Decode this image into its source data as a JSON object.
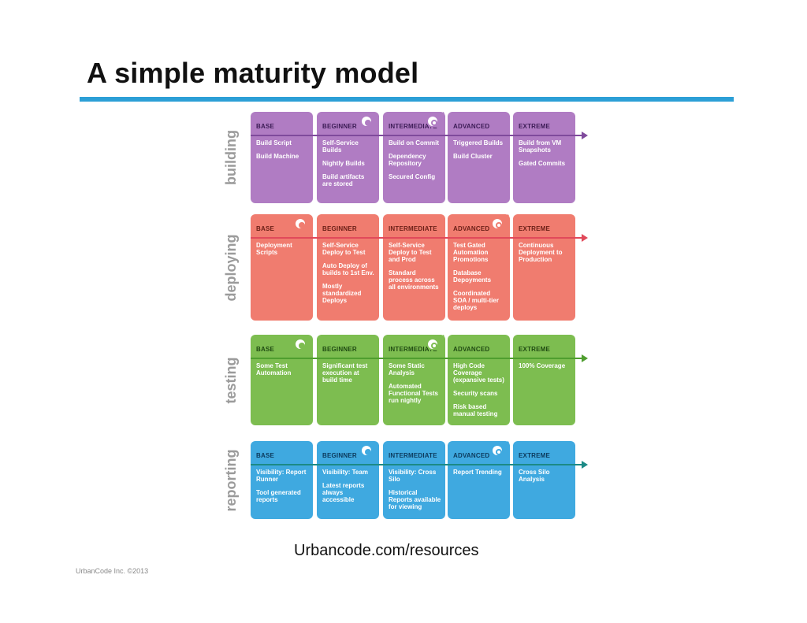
{
  "slide": {
    "title": "A simple maturity model",
    "source": "Urbancode.com/resources",
    "footer": "UrbanCode Inc.  ©2013"
  },
  "rows": [
    {
      "label": "building",
      "color": "#b07cc3",
      "dark": "#3b1b55",
      "arrow": "#7f4a9c",
      "levels": [
        {
          "name": "BASE",
          "items": [
            "Build Script",
            "Build Machine"
          ]
        },
        {
          "name": "BEGINNER",
          "items": [
            "Self-Service\nBuilds",
            "Nightly Builds",
            "Build artifacts\nare stored"
          ]
        },
        {
          "name": "INTERMEDIATE",
          "items": [
            "Build on Commit",
            "Dependency\nRepository",
            "Secured Config"
          ]
        },
        {
          "name": "ADVANCED",
          "items": [
            "Triggered Builds",
            "Build Cluster"
          ]
        },
        {
          "name": "EXTREME",
          "items": [
            "Build from VM\nSnapshots",
            "Gated Commits"
          ]
        }
      ]
    },
    {
      "label": "deploying",
      "color": "#f07c6f",
      "dark": "#6b1f17",
      "arrow": "#e1495a",
      "levels": [
        {
          "name": "BASE",
          "items": [
            "Deployment\nScripts"
          ]
        },
        {
          "name": "BEGINNER",
          "items": [
            "Self-Service\nDeploy to Test",
            "Auto Deploy of\nbuilds to 1st Env.",
            "Mostly\nstandardized\nDeploys"
          ]
        },
        {
          "name": "INTERMEDIATE",
          "items": [
            "Self-Service\nDeploy to Test\nand Prod",
            "Standard\nprocess across\nall environments"
          ]
        },
        {
          "name": "ADVANCED",
          "items": [
            "Test Gated\nAutomation\nPromotions",
            "Database\nDepoyments",
            "Coordinated\nSOA / multi-tier\ndeploys"
          ]
        },
        {
          "name": "EXTREME",
          "items": [
            "Continuous\nDeployment to\nProduction"
          ]
        }
      ]
    },
    {
      "label": "testing",
      "color": "#7dbd50",
      "dark": "#1f4a12",
      "arrow": "#4f9e2f",
      "levels": [
        {
          "name": "BASE",
          "items": [
            "Some Test\nAutomation"
          ]
        },
        {
          "name": "BEGINNER",
          "items": [
            "Significant test\nexecution at\nbuild time"
          ]
        },
        {
          "name": "INTERMEDIATE",
          "items": [
            "Some Static\nAnalysis",
            "Automated\nFunctional Tests\nrun nightly"
          ]
        },
        {
          "name": "ADVANCED",
          "items": [
            "High Code\nCoverage\n(expansive tests)",
            "Security scans",
            "Risk based\nmanual testing"
          ]
        },
        {
          "name": "EXTREME",
          "items": [
            "100% Coverage"
          ]
        }
      ]
    },
    {
      "label": "reporting",
      "color": "#3fa9e0",
      "dark": "#0c3a5c",
      "arrow": "#1c8a86",
      "levels": [
        {
          "name": "BASE",
          "items": [
            "Visibility: Report\nRunner",
            "Tool generated\nreports"
          ]
        },
        {
          "name": "BEGINNER",
          "items": [
            "Visibility: Team",
            "Latest reports\nalways\naccessible"
          ]
        },
        {
          "name": "INTERMEDIATE",
          "items": [
            "Visibility: Cross\nSilo",
            "Historical\nReports available\nfor viewing"
          ]
        },
        {
          "name": "ADVANCED",
          "items": [
            "Report Trending"
          ]
        },
        {
          "name": "EXTREME",
          "items": [
            "Cross Silo\nAnalysis"
          ]
        }
      ]
    }
  ]
}
